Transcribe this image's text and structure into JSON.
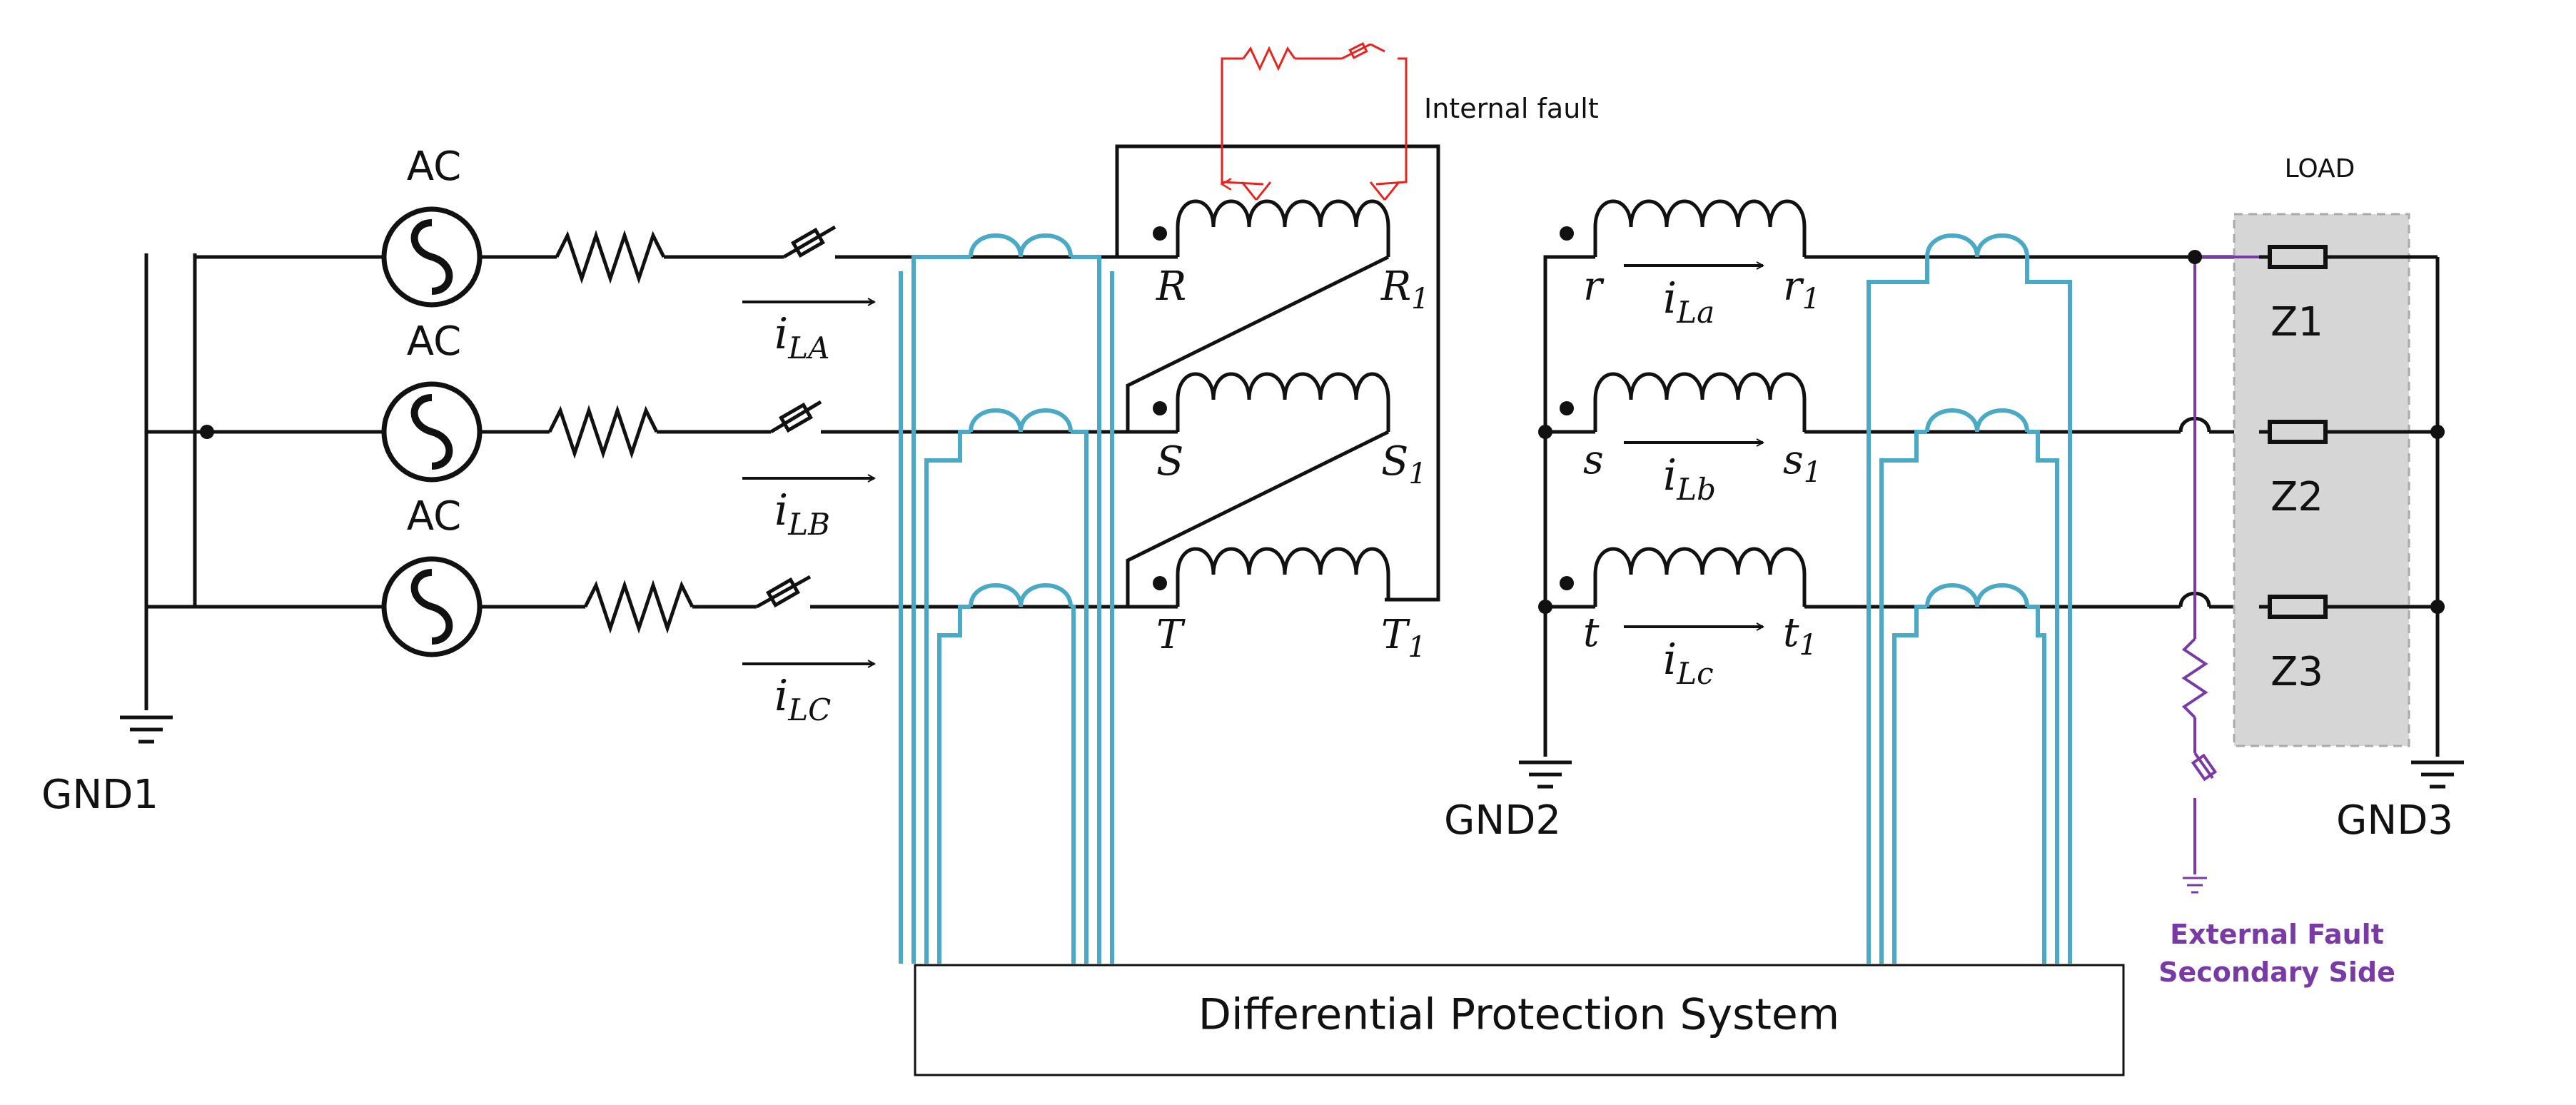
{
  "colors": {
    "wire": "#111111",
    "ct": "#4aaac6",
    "internal_fault": "#e8231f",
    "external_fault": "#7a3aa6",
    "load_box": "#d6d6d6"
  },
  "labels": {
    "source_a": "AC",
    "source_b": "AC",
    "source_c": "AC",
    "gnd1": "GND1",
    "gnd2": "GND2",
    "gnd3": "GND3",
    "internal_fault": "Internal fault",
    "load": "LOAD",
    "z1": "Z1",
    "z2": "Z2",
    "z3": "Z3",
    "external_fault_1": "External Fault",
    "external_fault_2": "Secondary Side",
    "protection": "Differential Protection System"
  },
  "winding_labels": {
    "R": "R",
    "R1_base": "R",
    "R1_sub": "1",
    "S": "S",
    "S1_base": "S",
    "S1_sub": "1",
    "T": "T",
    "T1_base": "T",
    "T1_sub": "1",
    "r": "r",
    "r1_base": "r",
    "r1_sub": "1",
    "s": "s",
    "s1_base": "s",
    "s1_sub": "1",
    "t": "t",
    "t1_base": "t",
    "t1_sub": "1"
  },
  "currents": {
    "ila_base": "i",
    "ila_sub": "LA",
    "ilb_base": "i",
    "ilb_sub": "LB",
    "ilc_base": "i",
    "ilc_sub": "LC",
    "isa_base": "i",
    "isa_sub": "La",
    "isb_base": "i",
    "isb_sub": "Lb",
    "isc_base": "i",
    "isc_sub": "Lc"
  }
}
